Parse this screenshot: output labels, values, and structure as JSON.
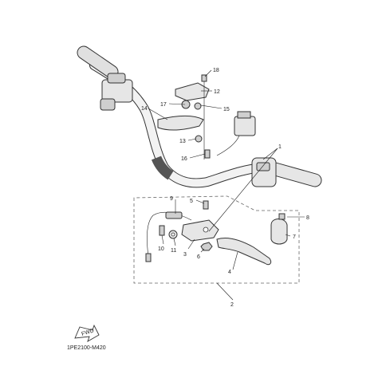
{
  "diagram": {
    "code": "1PE2100-M420",
    "fwd_label": "FWD",
    "callouts": {
      "c1": "1",
      "c2": "2",
      "c3": "3",
      "c4": "4",
      "c5": "5",
      "c6": "6",
      "c7": "7",
      "c8": "8",
      "c9": "9",
      "c10": "10",
      "c11": "11",
      "c12": "12",
      "c13": "13",
      "c14": "14",
      "c15": "15",
      "c16": "16",
      "c17": "17",
      "c18": "18"
    }
  },
  "colors": {
    "line": "#222222",
    "part_fill": "#e6e6e6",
    "dash": "#666666"
  }
}
